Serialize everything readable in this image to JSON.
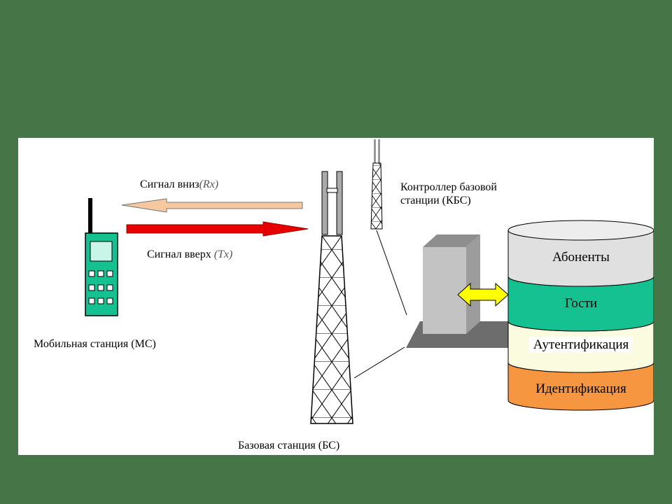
{
  "labels": {
    "downlink": "Сигнал вниз",
    "downlink_code": "(Rx)",
    "uplink": "Сигнал вверх",
    "uplink_code": "(Tx)",
    "mobile_station": "Мобильная станция (МС)",
    "base_station": "Базовая станция (БС)",
    "bsc_line1": "Контроллер базовой",
    "bsc_line2": "станции (КБС)"
  },
  "database": {
    "layers": [
      {
        "label": "Абоненты",
        "color": "#e0e0e0"
      },
      {
        "label": "Гости",
        "color": "#15c190"
      },
      {
        "label": "Аутентификация",
        "color": "#fbfbe0"
      },
      {
        "label": "Идентификация",
        "color": "#f79640"
      }
    ]
  },
  "colors": {
    "background": "#467548",
    "downlink_arrow": "#f5c8a0",
    "uplink_arrow": "#e60000",
    "phone": "#15c190",
    "bidirectional_arrow": "#ffff00"
  }
}
